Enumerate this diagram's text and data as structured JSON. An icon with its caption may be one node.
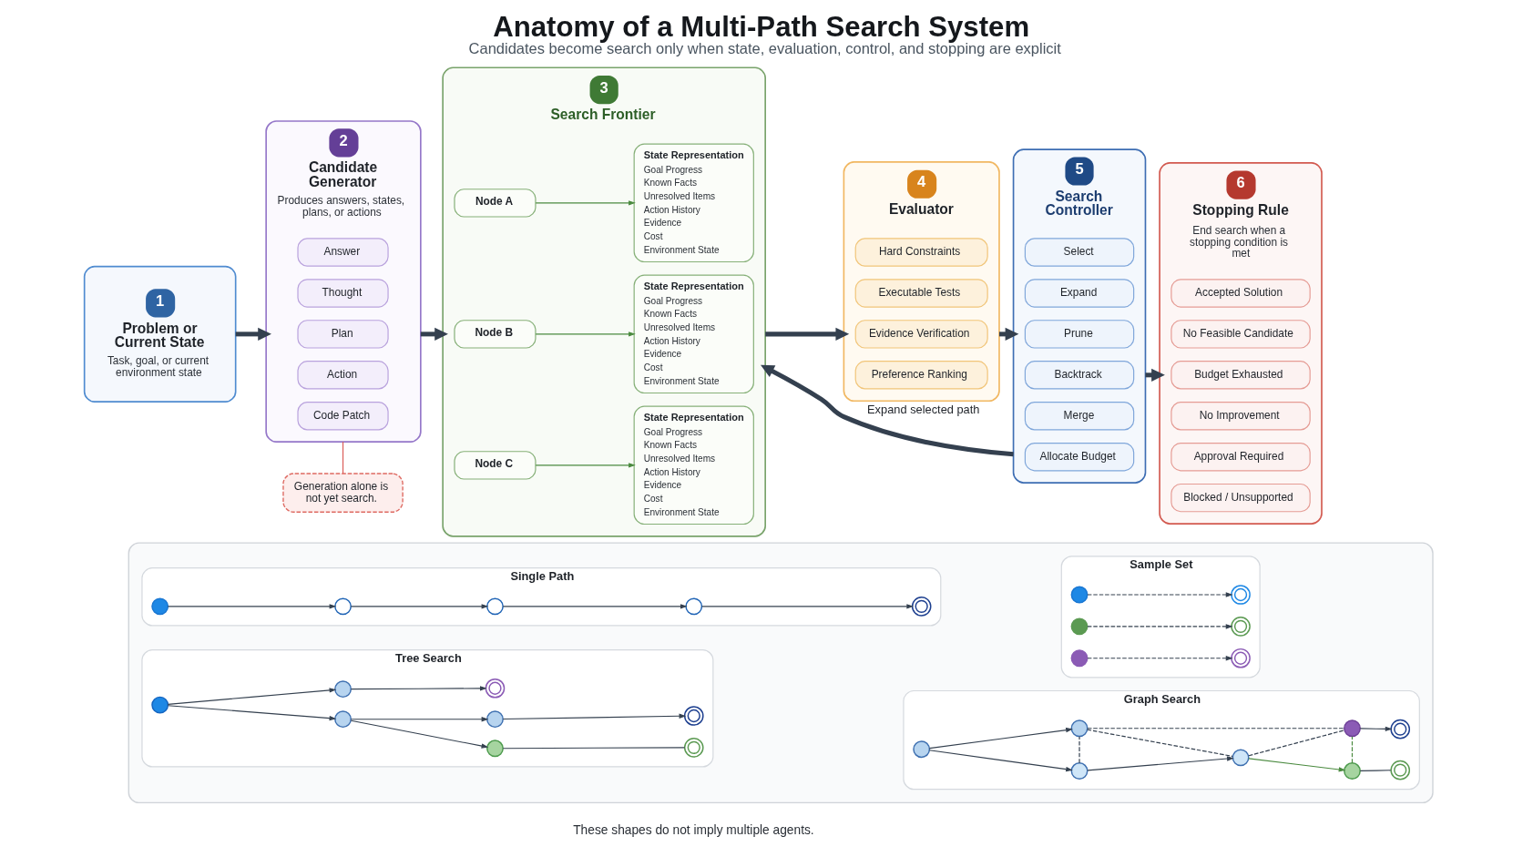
{
  "diagram": {
    "title": "Anatomy of a Multi-Path Search System",
    "caption": "Candidates become search only when state, evaluation, control, and stopping are explicit",
    "nodes": [
      {
        "text": [
          "1",
          "Problem or Current State",
          "Task, goal, or current environment state"
        ]
      },
      {
        "text": [
          "2",
          "Candidate Generator",
          "Produces answers, states, plans, or actions"
        ]
      },
      {
        "text": [
          "Answer"
        ],
        "in": 1
      },
      {
        "text": [
          "Thought"
        ],
        "in": 1
      },
      {
        "text": [
          "Plan"
        ],
        "in": 1
      },
      {
        "text": [
          "Action"
        ],
        "in": 1
      },
      {
        "text": [
          "Code Patch"
        ],
        "in": 1
      },
      {
        "text": [
          "Generation alone is not yet search."
        ]
      },
      {
        "text": [
          "3",
          "Search Frontier"
        ]
      },
      {
        "text": [
          "Node A"
        ],
        "in": 8
      },
      {
        "text": [
          "State Representation",
          "Goal Progress",
          "Known Facts",
          "Unresolved Items",
          "Action History",
          "Evidence",
          "Cost",
          "Environment State"
        ],
        "in": 8
      },
      {
        "text": [
          "Node B"
        ],
        "in": 8
      },
      {
        "text": [
          "State Representation",
          "Goal Progress",
          "Known Facts",
          "Unresolved Items",
          "Action History",
          "Evidence",
          "Cost",
          "Environment State"
        ],
        "in": 8
      },
      {
        "text": [
          "Node C"
        ],
        "in": 8
      },
      {
        "text": [
          "State Representation",
          "Goal Progress",
          "Known Facts",
          "Unresolved Items",
          "Action History",
          "Evidence",
          "Cost",
          "Environment State"
        ],
        "in": 8
      },
      {
        "text": [
          "4",
          "Evaluator"
        ]
      },
      {
        "text": [
          "Hard Constraints"
        ],
        "in": 15
      },
      {
        "text": [
          "Executable Tests"
        ],
        "in": 15
      },
      {
        "text": [
          "Evidence Verification"
        ],
        "in": 15
      },
      {
        "text": [
          "Preference Ranking"
        ],
        "in": 15
      },
      {
        "text": [
          "5",
          "Search Controller"
        ]
      },
      {
        "text": [
          "Select"
        ],
        "in": 20
      },
      {
        "text": [
          "Expand"
        ],
        "in": 20
      },
      {
        "text": [
          "Prune"
        ],
        "in": 20
      },
      {
        "text": [
          "Backtrack"
        ],
        "in": 20
      },
      {
        "text": [
          "Merge"
        ],
        "in": 20
      },
      {
        "text": [
          "Allocate Budget"
        ],
        "in": 20
      },
      {
        "text": [
          "6",
          "Stopping Rule",
          "End search when a stopping condition is met"
        ]
      },
      {
        "text": [
          "Accepted Solution"
        ],
        "in": 27
      },
      {
        "text": [
          "No Feasible Candidate"
        ],
        "in": 27
      },
      {
        "text": [
          "Budget Exhausted"
        ],
        "in": 27
      },
      {
        "text": [
          "No Improvement"
        ],
        "in": 27
      },
      {
        "text": [
          "Approval Required"
        ],
        "in": 27
      },
      {
        "text": [
          "Blocked / Unsupported"
        ],
        "in": 27
      },
      {
        "text": [],
        "shape": "box"
      },
      {
        "text": [
          "Single Path"
        ],
        "in": 34
      },
      {
        "text": [],
        "shape": "circle",
        "in": 35
      },
      {
        "text": [],
        "shape": "circle",
        "in": 35
      },
      {
        "text": [],
        "shape": "circle",
        "in": 35
      },
      {
        "text": [],
        "shape": "circle",
        "in": 35
      },
      {
        "text": [],
        "shape": "circle",
        "in": 35
      },
      {
        "text": [
          "Sample Set"
        ],
        "in": 34
      },
      {
        "text": [],
        "shape": "circle",
        "in": 41
      },
      {
        "text": [],
        "shape": "circle",
        "in": 41
      },
      {
        "text": [],
        "shape": "circle",
        "in": 41
      },
      {
        "text": [],
        "shape": "circle",
        "in": 41
      },
      {
        "text": [],
        "shape": "circle",
        "in": 41
      },
      {
        "text": [],
        "shape": "circle",
        "in": 41
      },
      {
        "text": [
          "Tree Search"
        ],
        "in": 34
      },
      {
        "text": [],
        "shape": "circle",
        "in": 48
      },
      {
        "text": [],
        "shape": "circle",
        "in": 48
      },
      {
        "text": [],
        "shape": "circle",
        "in": 48
      },
      {
        "text": [],
        "shape": "circle",
        "in": 48
      },
      {
        "text": [],
        "shape": "circle",
        "in": 48
      },
      {
        "text": [],
        "shape": "circle",
        "in": 48
      },
      {
        "text": [],
        "shape": "circle",
        "in": 48
      },
      {
        "text": [],
        "shape": "circle",
        "in": 48
      },
      {
        "text": [
          "Graph Search"
        ],
        "in": 34
      },
      {
        "text": [],
        "shape": "circle",
        "in": 57
      },
      {
        "text": [],
        "shape": "circle",
        "in": 57
      },
      {
        "text": [],
        "shape": "circle",
        "in": 57
      },
      {
        "text": [],
        "shape": "circle",
        "in": 57
      },
      {
        "text": [],
        "shape": "circle",
        "in": 57
      },
      {
        "text": [],
        "shape": "circle",
        "in": 57
      },
      {
        "text": [],
        "shape": "circle",
        "in": 57
      },
      {
        "text": [],
        "shape": "circle",
        "in": 57
      }
    ],
    "edges": [
      {
        "from": 0,
        "to": 1,
        "arrow": "to",
        "style": "thick"
      },
      {
        "from": 1,
        "to": 7,
        "arrow": "none",
        "color": "#d9534f"
      },
      {
        "from": 1,
        "to": 8,
        "arrow": "to",
        "style": "thick"
      },
      {
        "from": 9,
        "to": 10,
        "arrow": "to",
        "color": "#4a8a3f"
      },
      {
        "from": 11,
        "to": 12,
        "arrow": "to",
        "color": "#4a8a3f"
      },
      {
        "from": 13,
        "to": 14,
        "arrow": "to",
        "color": "#4a8a3f"
      },
      {
        "from": 8,
        "to": 15,
        "arrow": "to",
        "style": "thick"
      },
      {
        "from": 15,
        "to": 20,
        "arrow": "to",
        "style": "thick"
      },
      {
        "from": 20,
        "to": 27,
        "arrow": "to",
        "style": "thick"
      },
      {
        "from": 20,
        "to": 8,
        "arrow": "to",
        "style": "thick",
        "label": "Expand selected path"
      },
      {
        "from": 36,
        "to": 37,
        "arrow": "to"
      },
      {
        "from": 37,
        "to": 38,
        "arrow": "to"
      },
      {
        "from": 38,
        "to": 39,
        "arrow": "to"
      },
      {
        "from": 39,
        "to": 40,
        "arrow": "to"
      },
      {
        "from": 42,
        "to": 43,
        "arrow": "to",
        "style": "dashed"
      },
      {
        "from": 44,
        "to": 45,
        "arrow": "to",
        "style": "dashed"
      },
      {
        "from": 46,
        "to": 47,
        "arrow": "to",
        "style": "dashed"
      },
      {
        "from": 49,
        "to": 50,
        "arrow": "to"
      },
      {
        "from": 49,
        "to": 51,
        "arrow": "to"
      },
      {
        "from": 50,
        "to": 52,
        "arrow": "to"
      },
      {
        "from": 50,
        "to": 53,
        "arrow": "to"
      },
      {
        "from": 51,
        "to": 54,
        "arrow": "to"
      },
      {
        "from": 52,
        "to": 55,
        "arrow": "none"
      },
      {
        "from": 53,
        "to": 56,
        "arrow": "to"
      },
      {
        "from": 58,
        "to": 59,
        "arrow": "to"
      },
      {
        "from": 58,
        "to": 60,
        "arrow": "to"
      },
      {
        "from": 59,
        "to": 60,
        "arrow": "none",
        "style": "dashed"
      },
      {
        "from": 59,
        "to": 61,
        "arrow": "to"
      },
      {
        "from": 60,
        "to": 61,
        "arrow": "none",
        "style": "dashed"
      },
      {
        "from": 61,
        "to": 62,
        "arrow": "to",
        "color": "#4a8a3f"
      },
      {
        "from": 62,
        "to": 63,
        "arrow": "none"
      },
      {
        "from": 62,
        "to": 64,
        "arrow": "none",
        "style": "dashed",
        "color": "#4a8a3f"
      },
      {
        "from": 61,
        "to": 64,
        "arrow": "none",
        "style": "dashed"
      },
      {
        "from": 60,
        "to": 64,
        "arrow": "none",
        "style": "dashed"
      },
      {
        "from": 64,
        "to": 65,
        "arrow": "to"
      }
    ],
    "labels": [
      "These shapes do not imply multiple agents."
    ]
  }
}
